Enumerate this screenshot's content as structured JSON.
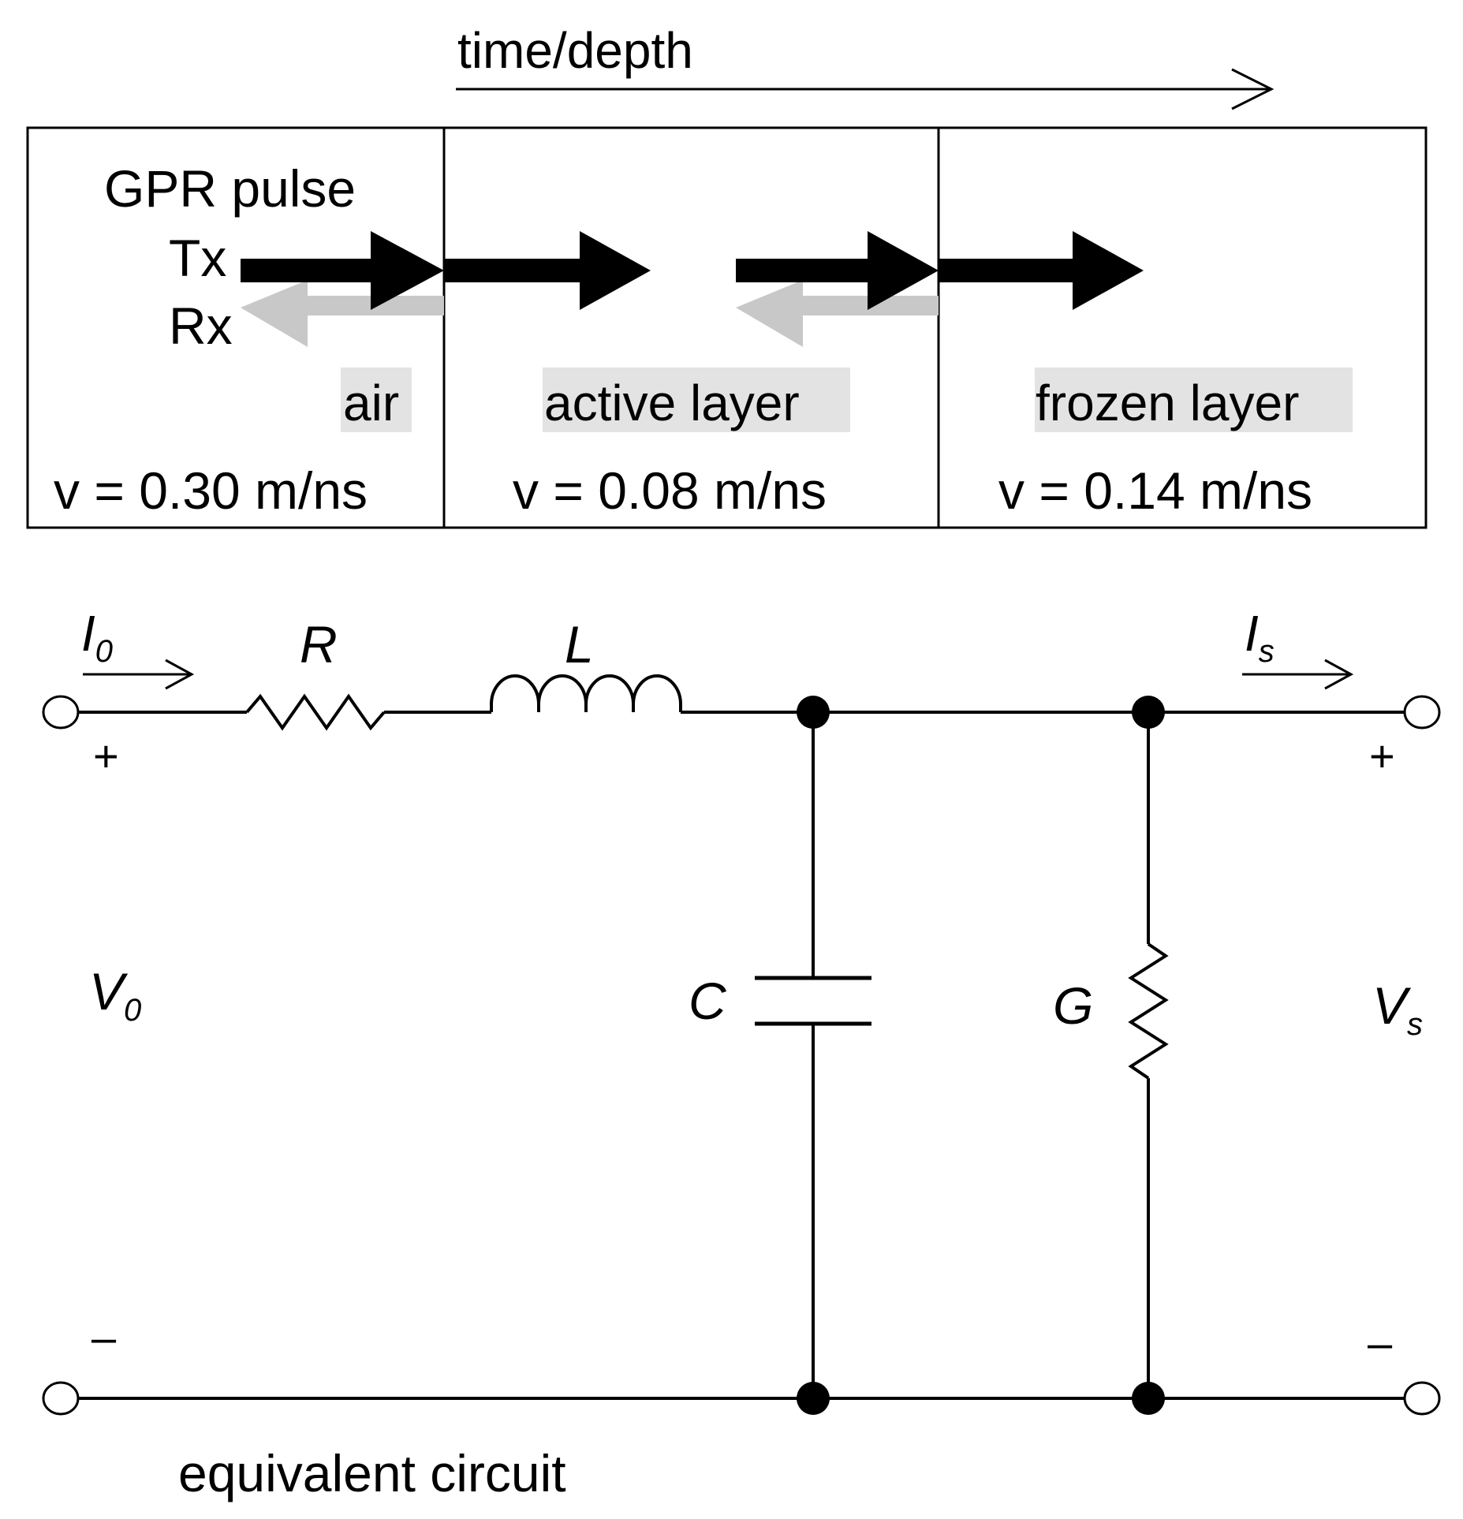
{
  "top": {
    "axis_label": "time/depth",
    "pulse_label": "GPR pulse",
    "tx_label": "Tx",
    "rx_label": "Rx",
    "layers": [
      {
        "name": "air",
        "velocity": "v = 0.30 m/ns"
      },
      {
        "name": "active layer",
        "velocity": "v = 0.08 m/ns"
      },
      {
        "name": "frozen layer",
        "velocity": "v = 0.14 m/ns"
      }
    ],
    "colors": {
      "transmitted": "#000000",
      "reflected": "#c8c8c8",
      "label_highlight": "#e3e3e3"
    }
  },
  "circuit": {
    "current_in": {
      "symbol": "I",
      "sub": "0"
    },
    "current_out": {
      "symbol": "I",
      "sub": "s"
    },
    "voltage_in": {
      "symbol": "V",
      "sub": "0"
    },
    "voltage_out": {
      "symbol": "V",
      "sub": "s"
    },
    "resistor": "R",
    "inductor": "L",
    "capacitor": "C",
    "conductance": "G",
    "plus": "+",
    "minus": "–",
    "caption": "equivalent circuit"
  }
}
